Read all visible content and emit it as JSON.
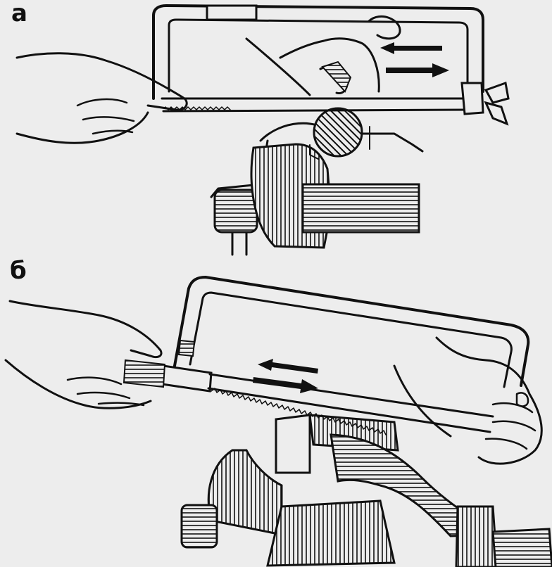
{
  "panels": [
    {
      "id": "a",
      "label": "а"
    },
    {
      "id": "b",
      "label": "б"
    }
  ],
  "colors": {
    "background": "#ededed",
    "ink": "#111111",
    "metal": "#d9d9d9"
  }
}
